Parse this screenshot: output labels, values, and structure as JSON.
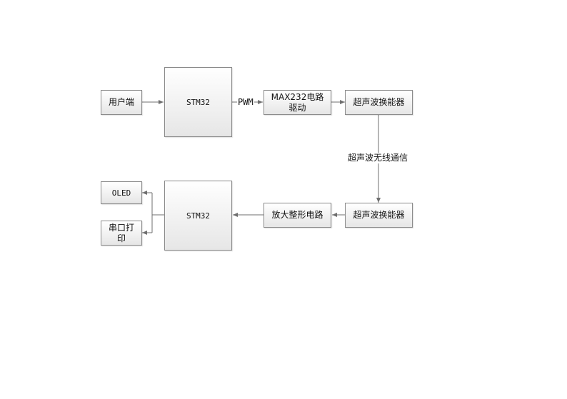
{
  "nodes": {
    "user_end": "用户端",
    "stm32_top": "STM32",
    "max232": "MAX232电路驱动",
    "transducer_top": "超声波换能器",
    "transducer_bottom": "超声波换能器",
    "amplifier": "放大整形电路",
    "stm32_bottom": "STM32",
    "oled": "OLED",
    "serial_print": "串口打印"
  },
  "edge_labels": {
    "pwm": "PWM",
    "wireless": "超声波无线通信"
  }
}
